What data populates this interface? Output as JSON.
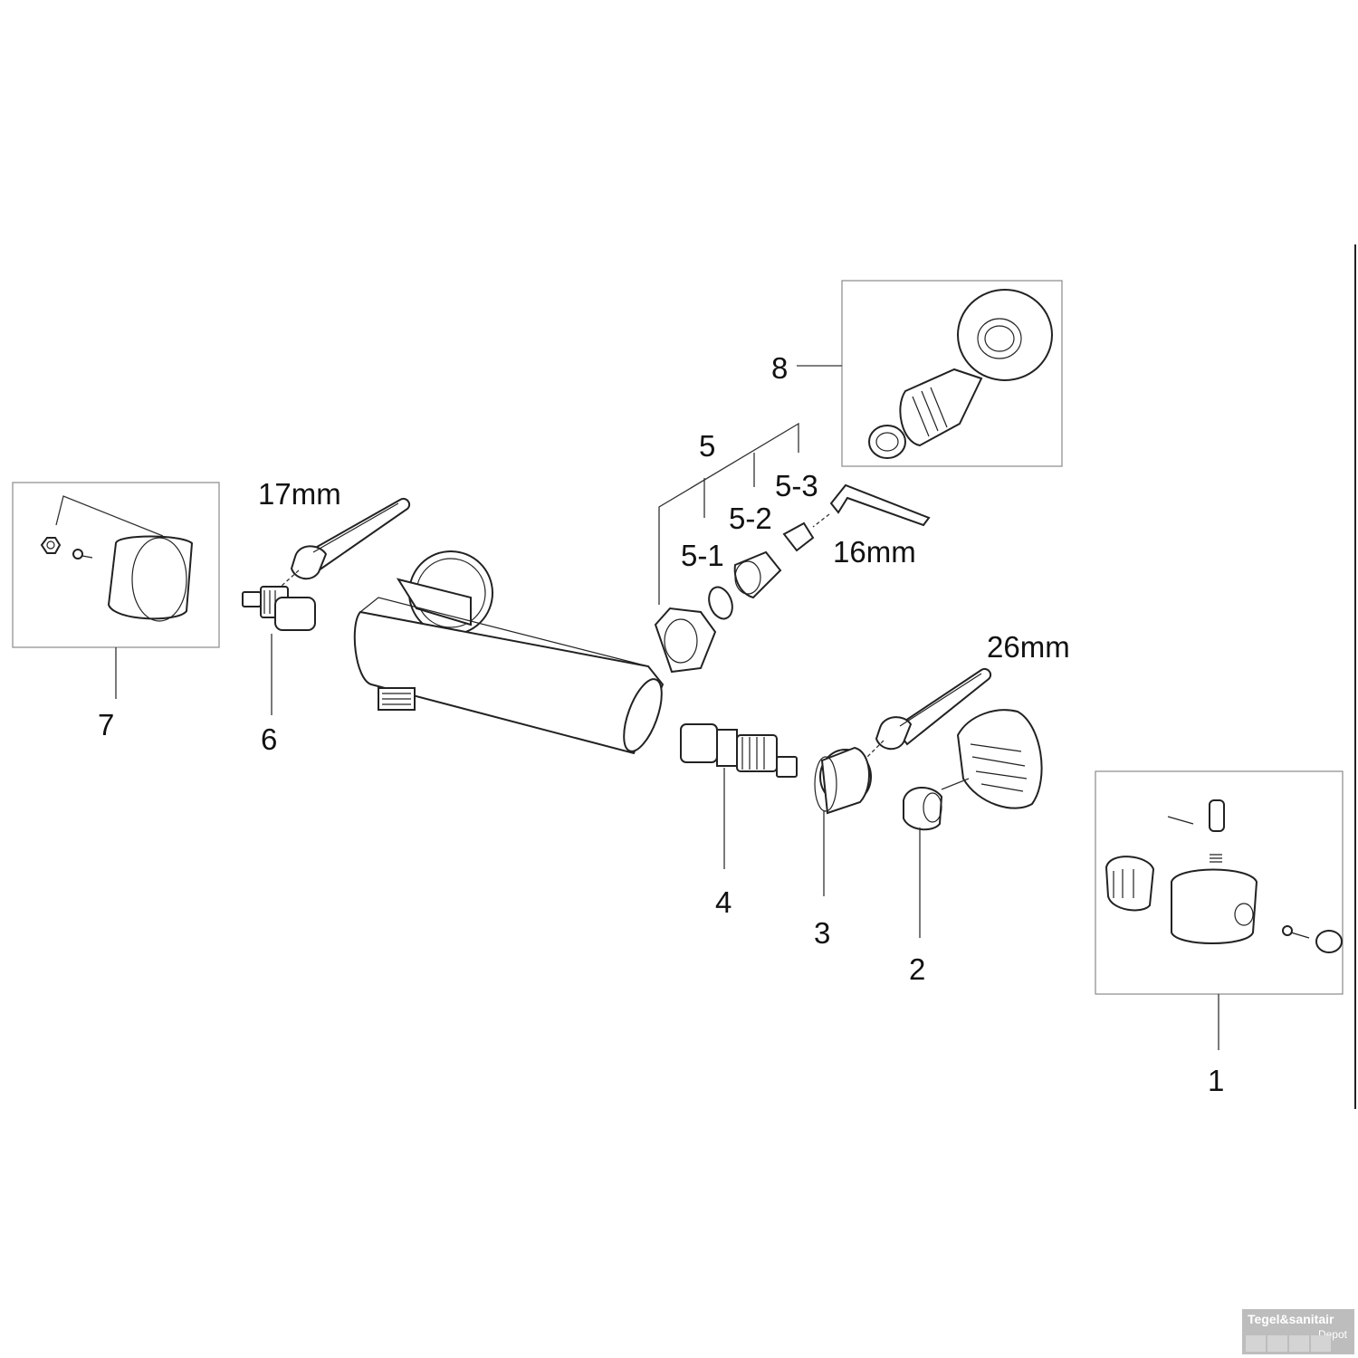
{
  "diagram": {
    "callouts": {
      "part_1": "1",
      "part_2": "2",
      "part_3": "3",
      "part_4": "4",
      "part_5": "5",
      "part_5_1": "5-1",
      "part_5_2": "5-2",
      "part_5_3": "5-3",
      "part_6": "6",
      "part_7": "7",
      "part_8": "8"
    },
    "tool_sizes": {
      "wrench_left": "17mm",
      "wrench_right": "26mm",
      "hex_key": "16mm"
    }
  },
  "watermark": {
    "brand": "Tegel&sanitair",
    "sub": "Depot"
  }
}
